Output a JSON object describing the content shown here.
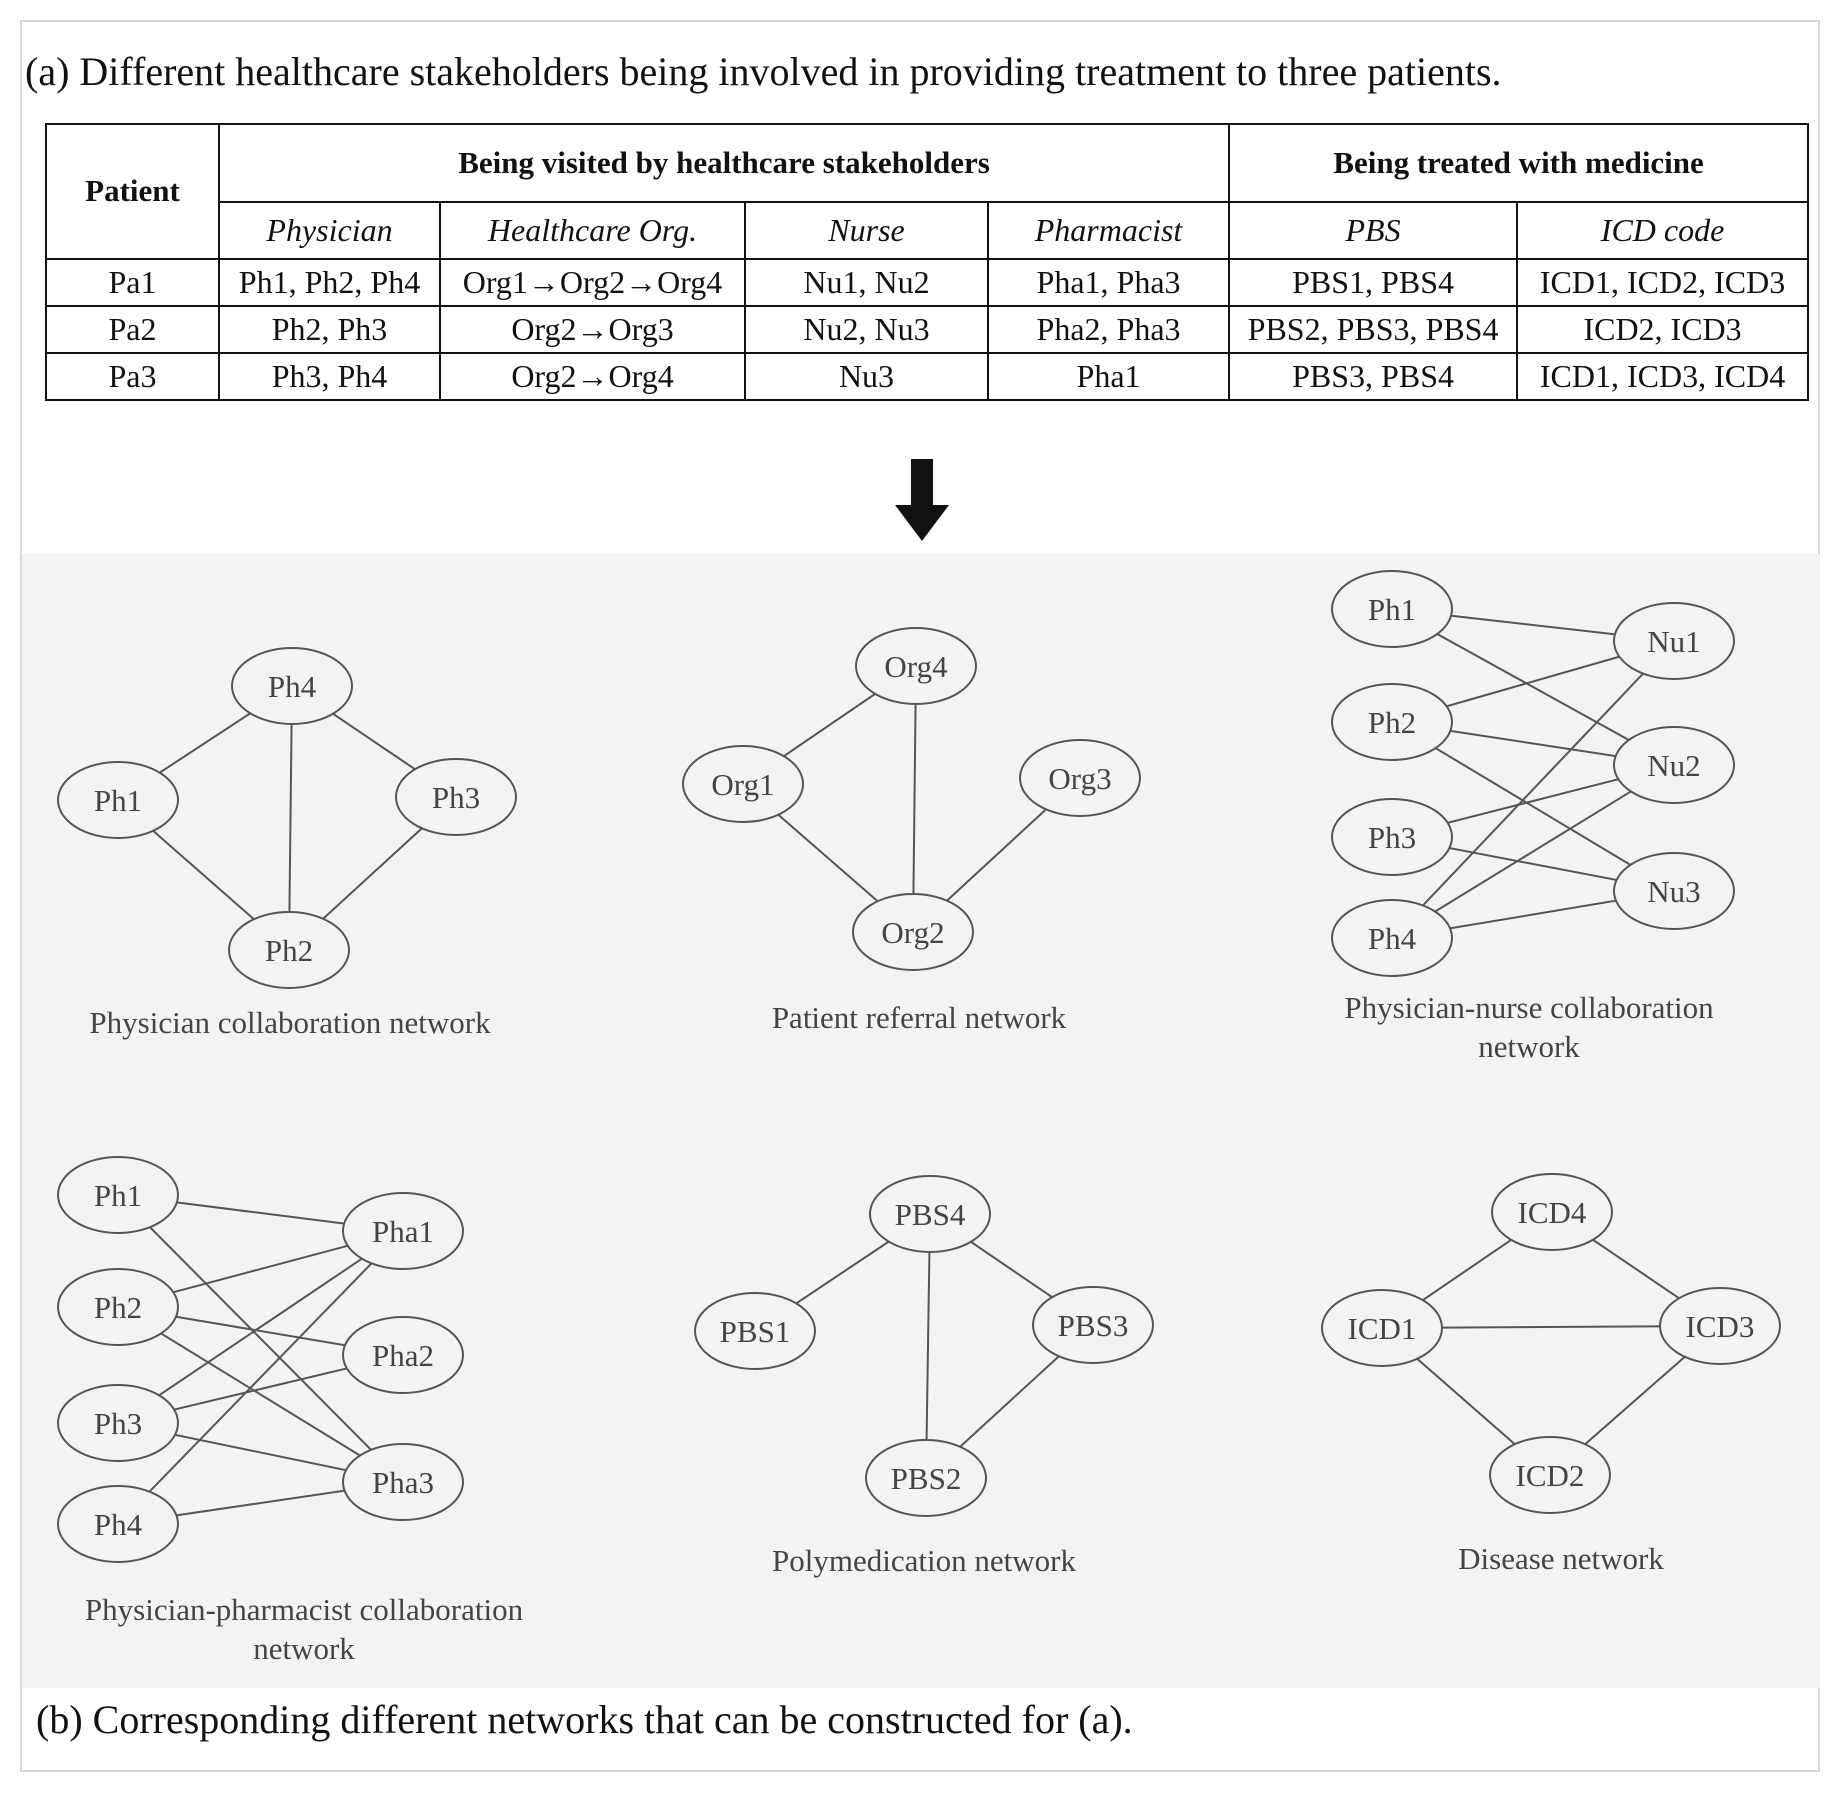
{
  "caption_a": "(a) Different healthcare stakeholders being involved in providing treatment to three patients.",
  "caption_b": "(b) Corresponding different networks that can be constructed for (a).",
  "table": {
    "patient_header": "Patient",
    "group_visited": "Being visited by healthcare stakeholders",
    "group_medicine": "Being treated with medicine",
    "columns": [
      "Physician",
      "Healthcare Org.",
      "Nurse",
      "Pharmacist",
      "PBS",
      "ICD code"
    ],
    "rows": [
      {
        "patient": "Pa1",
        "cells": [
          "Ph1, Ph2, Ph4",
          "Org1→Org2→Org4",
          "Nu1, Nu2",
          "Pha1, Pha3",
          "PBS1, PBS4",
          "ICD1, ICD2, ICD3"
        ]
      },
      {
        "patient": "Pa2",
        "cells": [
          "Ph2, Ph3",
          "Org2→Org3",
          "Nu2, Nu3",
          "Pha2, Pha3",
          "PBS2, PBS3, PBS4",
          "ICD2, ICD3"
        ]
      },
      {
        "patient": "Pa3",
        "cells": [
          "Ph3, Ph4",
          "Org2→Org4",
          "Nu3",
          "Pha1",
          "PBS3, PBS4",
          "ICD1, ICD3, ICD4"
        ]
      }
    ]
  },
  "networks": [
    {
      "id": "physician",
      "title": [
        "Physician collaboration network"
      ],
      "nodes": [
        "Ph1",
        "Ph2",
        "Ph3",
        "Ph4"
      ],
      "edges": [
        [
          "Ph1",
          "Ph4"
        ],
        [
          "Ph1",
          "Ph2"
        ],
        [
          "Ph4",
          "Ph2"
        ],
        [
          "Ph4",
          "Ph3"
        ],
        [
          "Ph3",
          "Ph2"
        ]
      ]
    },
    {
      "id": "referral",
      "title": [
        "Patient referral network"
      ],
      "nodes": [
        "Org1",
        "Org2",
        "Org3",
        "Org4"
      ],
      "edges": [
        [
          "Org1",
          "Org4"
        ],
        [
          "Org1",
          "Org2"
        ],
        [
          "Org4",
          "Org2"
        ],
        [
          "Org2",
          "Org3"
        ]
      ]
    },
    {
      "id": "physician-nurse",
      "title": [
        "Physician-nurse collaboration",
        "network"
      ],
      "nodes": [
        "Ph1",
        "Ph2",
        "Ph3",
        "Ph4",
        "Nu1",
        "Nu2",
        "Nu3"
      ],
      "edges": [
        [
          "Ph1",
          "Nu1"
        ],
        [
          "Ph1",
          "Nu2"
        ],
        [
          "Ph2",
          "Nu1"
        ],
        [
          "Ph2",
          "Nu2"
        ],
        [
          "Ph2",
          "Nu3"
        ],
        [
          "Ph3",
          "Nu2"
        ],
        [
          "Ph3",
          "Nu3"
        ],
        [
          "Ph4",
          "Nu1"
        ],
        [
          "Ph4",
          "Nu2"
        ],
        [
          "Ph4",
          "Nu3"
        ]
      ]
    },
    {
      "id": "physician-pharmacist",
      "title": [
        "Physician-pharmacist collaboration",
        "network"
      ],
      "nodes": [
        "Ph1",
        "Ph2",
        "Ph3",
        "Ph4",
        "Pha1",
        "Pha2",
        "Pha3"
      ],
      "edges": [
        [
          "Ph1",
          "Pha1"
        ],
        [
          "Ph1",
          "Pha3"
        ],
        [
          "Ph2",
          "Pha1"
        ],
        [
          "Ph2",
          "Pha2"
        ],
        [
          "Ph2",
          "Pha3"
        ],
        [
          "Ph3",
          "Pha1"
        ],
        [
          "Ph3",
          "Pha2"
        ],
        [
          "Ph3",
          "Pha3"
        ],
        [
          "Ph4",
          "Pha1"
        ],
        [
          "Ph4",
          "Pha3"
        ]
      ]
    },
    {
      "id": "polymedication",
      "title": [
        "Polymedication network"
      ],
      "nodes": [
        "PBS1",
        "PBS2",
        "PBS3",
        "PBS4"
      ],
      "edges": [
        [
          "PBS1",
          "PBS4"
        ],
        [
          "PBS4",
          "PBS2"
        ],
        [
          "PBS4",
          "PBS3"
        ],
        [
          "PBS3",
          "PBS2"
        ]
      ]
    },
    {
      "id": "disease",
      "title": [
        "Disease network"
      ],
      "nodes": [
        "ICD1",
        "ICD2",
        "ICD3",
        "ICD4"
      ],
      "edges": [
        [
          "ICD1",
          "ICD4"
        ],
        [
          "ICD1",
          "ICD3"
        ],
        [
          "ICD1",
          "ICD2"
        ],
        [
          "ICD4",
          "ICD3"
        ],
        [
          "ICD3",
          "ICD2"
        ]
      ]
    }
  ]
}
